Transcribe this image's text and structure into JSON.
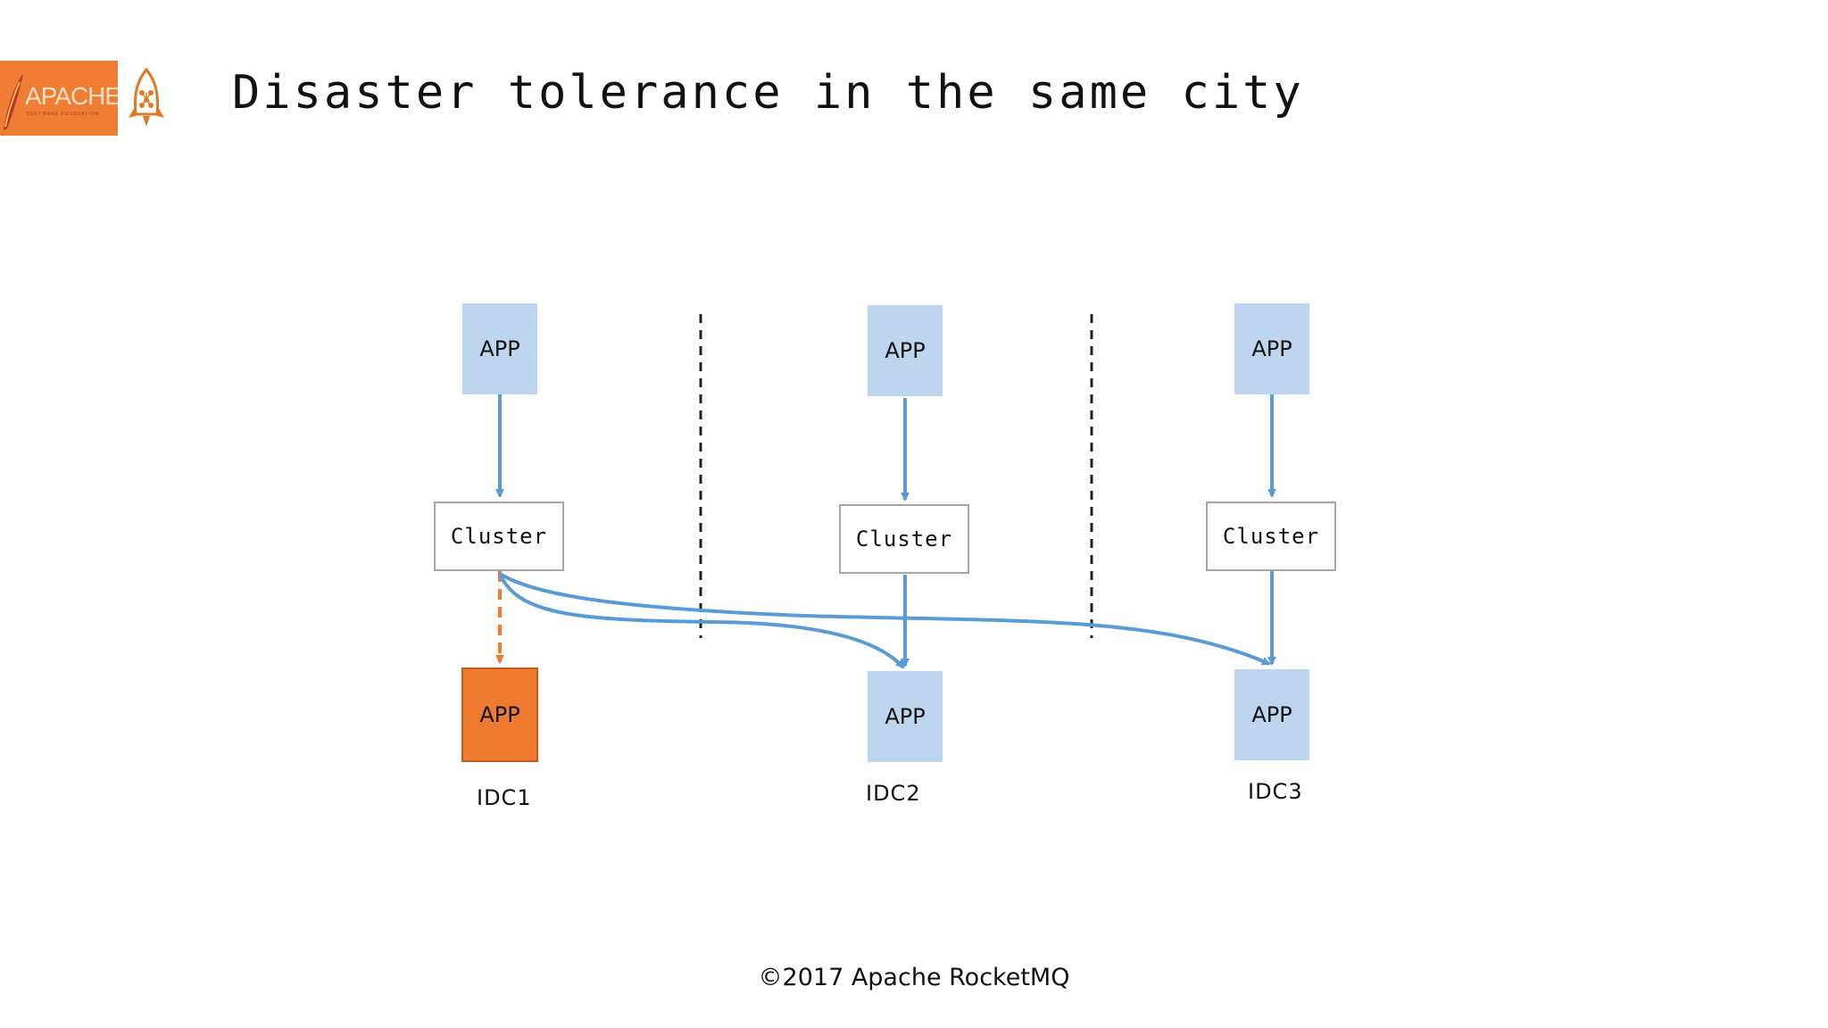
{
  "logo": {
    "text": "APACHE",
    "subtext": "SOFTWARE FOUNDATION"
  },
  "title": "Disaster tolerance in the same city",
  "idcs": [
    {
      "label": "IDC1",
      "app_top": "APP",
      "cluster": "Cluster",
      "app_bottom": "APP",
      "bottom_status": "failed"
    },
    {
      "label": "IDC2",
      "app_top": "APP",
      "cluster": "Cluster",
      "app_bottom": "APP",
      "bottom_status": "normal"
    },
    {
      "label": "IDC3",
      "app_top": "APP",
      "cluster": "Cluster",
      "app_bottom": "APP",
      "bottom_status": "normal"
    }
  ],
  "colors": {
    "app": "#bdd5ee",
    "failed_app": "#ef7b30",
    "arrow": "#5b9bd5",
    "failover_arrow": "#ed7d31"
  },
  "footer": "©2017 Apache RocketMQ"
}
